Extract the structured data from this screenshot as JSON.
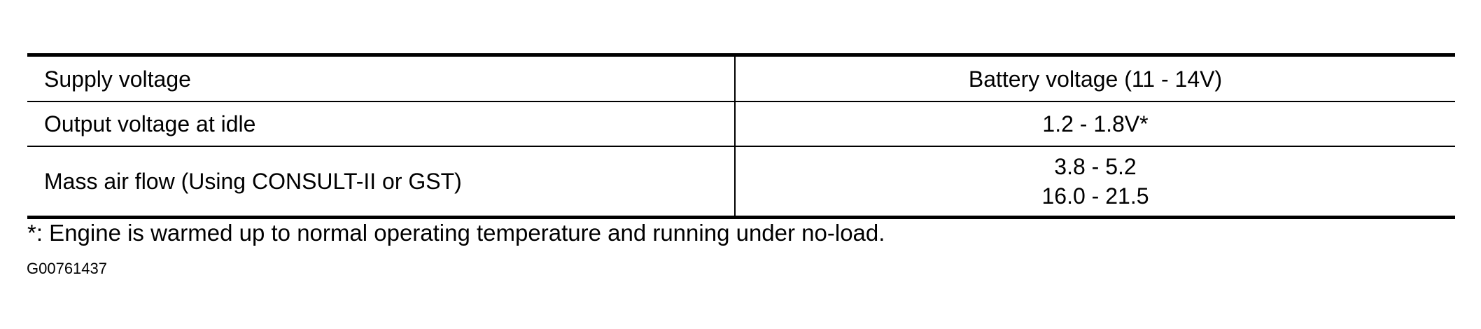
{
  "spec_table": {
    "rows": [
      {
        "parameter": "Supply voltage",
        "values": [
          "Battery voltage (11 - 14V)"
        ]
      },
      {
        "parameter": "Output voltage at idle",
        "values": [
          "1.2 - 1.8V*"
        ]
      },
      {
        "parameter": "Mass air flow (Using CONSULT-II or GST)",
        "values": [
          "3.8 - 5.2",
          "16.0 - 21.5"
        ]
      }
    ]
  },
  "footnote": "*: Engine is warmed up to normal operating temperature and running under no-load.",
  "figure_id": "G00761437"
}
